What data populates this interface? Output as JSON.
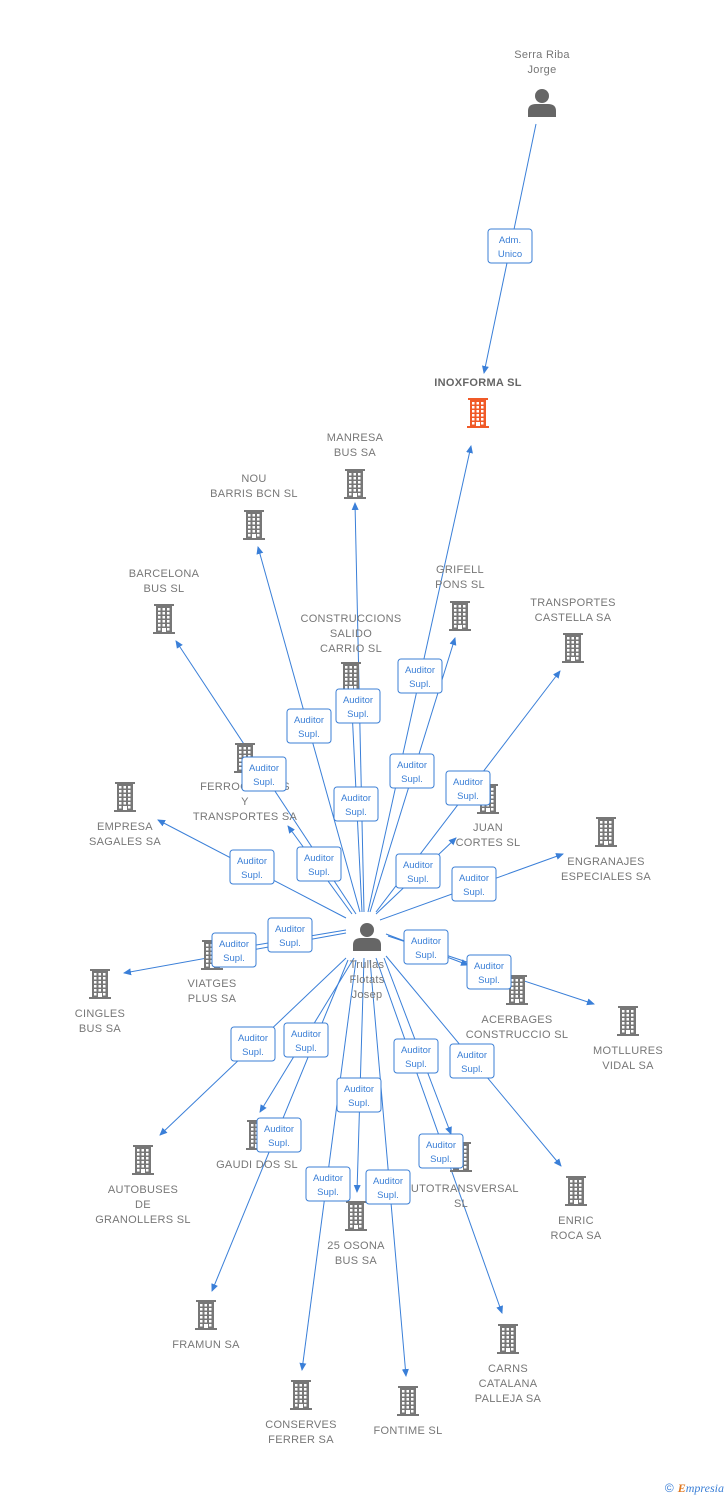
{
  "diagram": {
    "colors": {
      "edge": "#3a7fd8",
      "company": "#777777",
      "focus_company": "#f05a28",
      "person": "#666666"
    },
    "edge_label": [
      "Auditor",
      "Supl."
    ],
    "nodes": [
      {
        "id": "serra",
        "type": "person",
        "lines": [
          "Serra Riba",
          "Jorge"
        ]
      },
      {
        "id": "inoxforma",
        "type": "focus-company",
        "lines": [
          "INOXFORMA SL"
        ]
      },
      {
        "id": "trullas",
        "type": "person",
        "lines": [
          "Trullas",
          "Flotats",
          "Josep"
        ]
      },
      {
        "id": "manresa",
        "type": "company",
        "lines": [
          "MANRESA",
          "BUS SA"
        ]
      },
      {
        "id": "nou",
        "type": "company",
        "lines": [
          "NOU",
          "BARRIS BCN SL"
        ]
      },
      {
        "id": "barcelona",
        "type": "company",
        "lines": [
          "BARCELONA",
          "BUS SL"
        ]
      },
      {
        "id": "grifell",
        "type": "company",
        "lines": [
          "GRIFELL",
          "PONS SL"
        ]
      },
      {
        "id": "transportes_castella",
        "type": "company",
        "lines": [
          "TRANSPORTES",
          "CASTELLA SA"
        ]
      },
      {
        "id": "construccions",
        "type": "company",
        "lines": [
          "CONSTRUCCIONS",
          "SALIDO",
          "CARRIO SL"
        ]
      },
      {
        "id": "ferrocarrils",
        "type": "company",
        "lines": [
          "FERROCARRILS",
          "Y",
          "TRANSPORTES SA"
        ]
      },
      {
        "id": "empresa_sagales",
        "type": "company",
        "lines": [
          "EMPRESA",
          "SAGALES SA"
        ]
      },
      {
        "id": "juan_cortes",
        "type": "company",
        "lines": [
          "JUAN",
          "CORTES SL"
        ]
      },
      {
        "id": "engranajes",
        "type": "company",
        "lines": [
          "ENGRANAJES",
          "ESPECIALES SA"
        ]
      },
      {
        "id": "viatges",
        "type": "company",
        "lines": [
          "VIATGES",
          "PLUS SA"
        ]
      },
      {
        "id": "cingles",
        "type": "company",
        "lines": [
          "CINGLES",
          "BUS SA"
        ]
      },
      {
        "id": "acerbages",
        "type": "company",
        "lines": [
          "ACERBAGES",
          "CONSTRUCCIO SL"
        ]
      },
      {
        "id": "motllures",
        "type": "company",
        "lines": [
          "MOTLLURES",
          "VIDAL SA"
        ]
      },
      {
        "id": "autobuses",
        "type": "company",
        "lines": [
          "AUTOBUSES",
          "DE",
          "GRANOLLERS SL"
        ]
      },
      {
        "id": "gaudi",
        "type": "company",
        "lines": [
          "GAUDI DOS SL"
        ]
      },
      {
        "id": "autotransversal",
        "type": "company",
        "lines": [
          "AUTOTRANSVERSAL",
          "SL"
        ]
      },
      {
        "id": "enric",
        "type": "company",
        "lines": [
          "ENRIC",
          "ROCA SA"
        ]
      },
      {
        "id": "osona",
        "type": "company",
        "lines": [
          "25 OSONA",
          "BUS SA"
        ]
      },
      {
        "id": "framun",
        "type": "company",
        "lines": [
          "FRAMUN SA"
        ]
      },
      {
        "id": "carns",
        "type": "company",
        "lines": [
          "CARNS",
          "CATALANA",
          "PALLEJA SA"
        ]
      },
      {
        "id": "conserves",
        "type": "company",
        "lines": [
          "CONSERVES",
          "FERRER SA"
        ]
      },
      {
        "id": "fontime",
        "type": "company",
        "lines": [
          "FONTIME SL"
        ]
      }
    ],
    "edges": [
      {
        "from": "serra",
        "to": "inoxforma",
        "label": [
          "Adm.",
          "Unico"
        ]
      },
      {
        "from": "trullas",
        "to": "inoxforma",
        "label": [
          "Auditor",
          "Supl."
        ]
      },
      {
        "from": "trullas",
        "to": "manresa",
        "label": [
          "Auditor",
          "Supl."
        ]
      },
      {
        "from": "trullas",
        "to": "nou",
        "label": [
          "Auditor",
          "Supl."
        ]
      },
      {
        "from": "trullas",
        "to": "barcelona",
        "label": [
          "Auditor",
          "Supl."
        ]
      },
      {
        "from": "trullas",
        "to": "grifell",
        "label": [
          "Auditor",
          "Supl."
        ]
      },
      {
        "from": "trullas",
        "to": "transportes_castella",
        "label": [
          "Auditor",
          "Supl."
        ]
      },
      {
        "from": "trullas",
        "to": "construccions",
        "label": [
          "Auditor",
          "Supl."
        ]
      },
      {
        "from": "trullas",
        "to": "ferrocarrils",
        "label": [
          "Auditor",
          "Supl."
        ]
      },
      {
        "from": "trullas",
        "to": "empresa_sagales",
        "label": [
          "Auditor",
          "Supl."
        ]
      },
      {
        "from": "trullas",
        "to": "juan_cortes",
        "label": [
          "Auditor",
          "Supl."
        ]
      },
      {
        "from": "trullas",
        "to": "engranajes",
        "label": [
          "Auditor",
          "Supl."
        ]
      },
      {
        "from": "trullas",
        "to": "viatges",
        "label": [
          "Auditor",
          "Supl."
        ]
      },
      {
        "from": "trullas",
        "to": "cingles",
        "label": [
          "Auditor",
          "Supl."
        ]
      },
      {
        "from": "trullas",
        "to": "acerbages",
        "label": [
          "Auditor",
          "Supl."
        ]
      },
      {
        "from": "trullas",
        "to": "motllures",
        "label": [
          "Auditor",
          "Supl."
        ]
      },
      {
        "from": "trullas",
        "to": "autobuses",
        "label": [
          "Auditor",
          "Supl."
        ]
      },
      {
        "from": "trullas",
        "to": "gaudi",
        "label": [
          "Auditor",
          "Supl."
        ]
      },
      {
        "from": "trullas",
        "to": "autotransversal",
        "label": [
          "Auditor",
          "Supl."
        ]
      },
      {
        "from": "trullas",
        "to": "enric",
        "label": [
          "Auditor",
          "Supl."
        ]
      },
      {
        "from": "trullas",
        "to": "osona",
        "label": [
          "Auditor",
          "Supl."
        ]
      },
      {
        "from": "trullas",
        "to": "framun",
        "label": [
          "Auditor",
          "Supl."
        ]
      },
      {
        "from": "trullas",
        "to": "carns",
        "label": [
          "Auditor",
          "Supl."
        ]
      },
      {
        "from": "trullas",
        "to": "conserves",
        "label": [
          "Auditor",
          "Supl."
        ]
      },
      {
        "from": "trullas",
        "to": "fontime",
        "label": [
          "Auditor",
          "Supl."
        ]
      }
    ]
  },
  "footer": {
    "copyright": "©",
    "brand_initial": "E",
    "brand_rest": "mpresia"
  }
}
